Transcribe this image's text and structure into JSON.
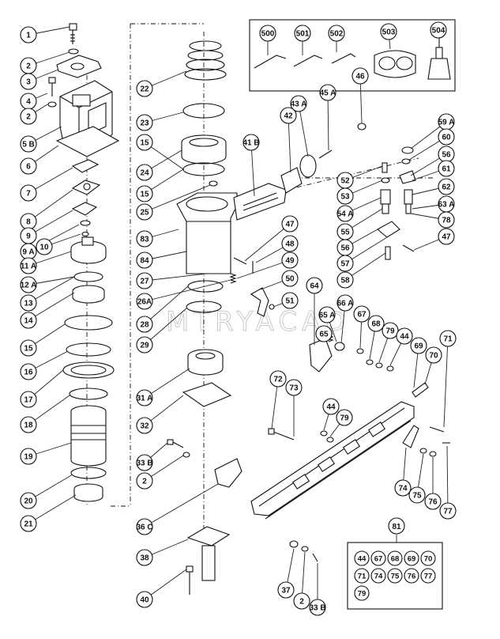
{
  "watermark": "MTRYACAD",
  "parts": [
    {
      "id": "p1",
      "label": "1"
    },
    {
      "id": "p2a",
      "label": "2"
    },
    {
      "id": "p3",
      "label": "3"
    },
    {
      "id": "p4",
      "label": "4"
    },
    {
      "id": "p2b",
      "label": "2"
    },
    {
      "id": "p5b",
      "label": "5 B"
    },
    {
      "id": "p6",
      "label": "6"
    },
    {
      "id": "p7",
      "label": "7"
    },
    {
      "id": "p8",
      "label": "8"
    },
    {
      "id": "p9",
      "label": "9"
    },
    {
      "id": "p9a",
      "label": "9 A"
    },
    {
      "id": "p10",
      "label": "10"
    },
    {
      "id": "p11a",
      "label": "11 A"
    },
    {
      "id": "p12a",
      "label": "12 A"
    },
    {
      "id": "p13",
      "label": "13"
    },
    {
      "id": "p14",
      "label": "14"
    },
    {
      "id": "p15a",
      "label": "15"
    },
    {
      "id": "p16",
      "label": "16"
    },
    {
      "id": "p17",
      "label": "17"
    },
    {
      "id": "p18",
      "label": "18"
    },
    {
      "id": "p19",
      "label": "19"
    },
    {
      "id": "p20",
      "label": "20"
    },
    {
      "id": "p21",
      "label": "21"
    },
    {
      "id": "p22",
      "label": "22"
    },
    {
      "id": "p23",
      "label": "23"
    },
    {
      "id": "p15b",
      "label": "15"
    },
    {
      "id": "p24",
      "label": "24"
    },
    {
      "id": "p15c",
      "label": "15"
    },
    {
      "id": "p25",
      "label": "25"
    },
    {
      "id": "p83",
      "label": "83"
    },
    {
      "id": "p84",
      "label": "84"
    },
    {
      "id": "p27",
      "label": "27"
    },
    {
      "id": "p26a",
      "label": "26A"
    },
    {
      "id": "p28",
      "label": "28"
    },
    {
      "id": "p29",
      "label": "29"
    },
    {
      "id": "p31a",
      "label": "31 A"
    },
    {
      "id": "p32",
      "label": "32"
    },
    {
      "id": "p33b_a",
      "label": "33 B"
    },
    {
      "id": "p2c",
      "label": "2"
    },
    {
      "id": "p36c",
      "label": "36 C"
    },
    {
      "id": "p38",
      "label": "38"
    },
    {
      "id": "p40",
      "label": "40"
    },
    {
      "id": "p41b",
      "label": "41 B"
    },
    {
      "id": "p42",
      "label": "42"
    },
    {
      "id": "p43a",
      "label": "43 A"
    },
    {
      "id": "p45a",
      "label": "45 A"
    },
    {
      "id": "p46",
      "label": "46"
    },
    {
      "id": "p47a",
      "label": "47"
    },
    {
      "id": "p48",
      "label": "48"
    },
    {
      "id": "p49",
      "label": "49"
    },
    {
      "id": "p50",
      "label": "50"
    },
    {
      "id": "p51",
      "label": "51"
    },
    {
      "id": "p52",
      "label": "52"
    },
    {
      "id": "p53",
      "label": "53"
    },
    {
      "id": "p54a",
      "label": "54 A"
    },
    {
      "id": "p55",
      "label": "55"
    },
    {
      "id": "p56a",
      "label": "56"
    },
    {
      "id": "p57",
      "label": "57"
    },
    {
      "id": "p58",
      "label": "58"
    },
    {
      "id": "p59a",
      "label": "59 A"
    },
    {
      "id": "p60",
      "label": "60"
    },
    {
      "id": "p56b",
      "label": "56"
    },
    {
      "id": "p61",
      "label": "61"
    },
    {
      "id": "p62",
      "label": "62"
    },
    {
      "id": "p63a",
      "label": "63 A"
    },
    {
      "id": "p78",
      "label": "78"
    },
    {
      "id": "p47b",
      "label": "47"
    },
    {
      "id": "p64",
      "label": "64"
    },
    {
      "id": "p65a",
      "label": "65 A"
    },
    {
      "id": "p65",
      "label": "65"
    },
    {
      "id": "p66a",
      "label": "66 A"
    },
    {
      "id": "p67",
      "label": "67"
    },
    {
      "id": "p68",
      "label": "68"
    },
    {
      "id": "p79a",
      "label": "79"
    },
    {
      "id": "p44a",
      "label": "44"
    },
    {
      "id": "p69",
      "label": "69"
    },
    {
      "id": "p70",
      "label": "70"
    },
    {
      "id": "p71",
      "label": "71"
    },
    {
      "id": "p72",
      "label": "72"
    },
    {
      "id": "p73",
      "label": "73"
    },
    {
      "id": "p44b",
      "label": "44"
    },
    {
      "id": "p79b",
      "label": "79"
    },
    {
      "id": "p74",
      "label": "74"
    },
    {
      "id": "p75",
      "label": "75"
    },
    {
      "id": "p76",
      "label": "76"
    },
    {
      "id": "p77",
      "label": "77"
    },
    {
      "id": "p37",
      "label": "37"
    },
    {
      "id": "p2d",
      "label": "2"
    },
    {
      "id": "p33b_b",
      "label": "33 B"
    },
    {
      "id": "p500",
      "label": "500"
    },
    {
      "id": "p501",
      "label": "501"
    },
    {
      "id": "p502",
      "label": "502"
    },
    {
      "id": "p503",
      "label": "503"
    },
    {
      "id": "p504",
      "label": "504"
    },
    {
      "id": "p81",
      "label": "81"
    }
  ],
  "kit_81": {
    "title": "81",
    "items": [
      "44",
      "67",
      "68",
      "69",
      "70",
      "71",
      "74",
      "75",
      "76",
      "77",
      "79"
    ]
  }
}
